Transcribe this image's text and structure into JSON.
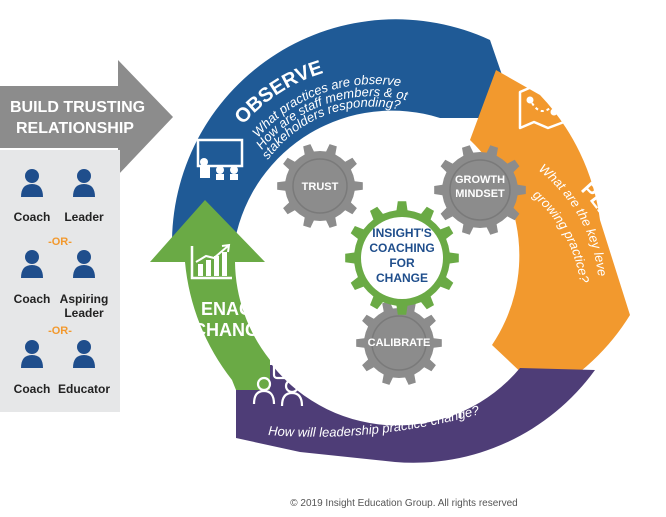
{
  "left_panel": {
    "arrow_line1": "BUILD TRUSTING",
    "arrow_line2": "RELATIONSHIP",
    "or_label": "-OR-",
    "pairs": [
      {
        "a": "Coach",
        "b": "Leader",
        "b2": ""
      },
      {
        "a": "Coach",
        "b": "Aspiring",
        "b2": "Leader"
      },
      {
        "a": "Coach",
        "b": "Educator",
        "b2": ""
      }
    ]
  },
  "cycle": {
    "observe": {
      "title": "OBSERVE",
      "q1": "What practices are observed?",
      "q2": "How are staff members & other",
      "q3": "stakeholders responding?",
      "color": "#1F5A96"
    },
    "plan": {
      "title": "PLAN",
      "q1": "What are the key levers to",
      "q2": "growing practice?",
      "color": "#F2992E"
    },
    "reflect": {
      "title": "REFLECT",
      "q1": "How will leadership practice change?",
      "color": "#4E3D77"
    },
    "enact": {
      "title_line1": "ENACT",
      "title_line2": "CHANGE",
      "color": "#6AAA45"
    }
  },
  "gears": {
    "trust": "TRUST",
    "growth_line1": "GROWTH",
    "growth_line2": "MINDSET",
    "calibrate": "CALIBRATE",
    "center_line1": "INSIGHT'S",
    "center_line2": "COACHING",
    "center_line3": "FOR",
    "center_line4": "CHANGE",
    "gray": "#8C8C8C",
    "green": "#6AAA45",
    "navy": "#1F4E8C"
  },
  "icons": {
    "observe": "classroom-icon",
    "plan": "map-icon",
    "reflect": "conversation-icon",
    "enact": "bar-chart-icon",
    "person": "person-icon"
  },
  "footer": {
    "copyright": "© 2019 Insight Education Group. All rights reserved"
  }
}
